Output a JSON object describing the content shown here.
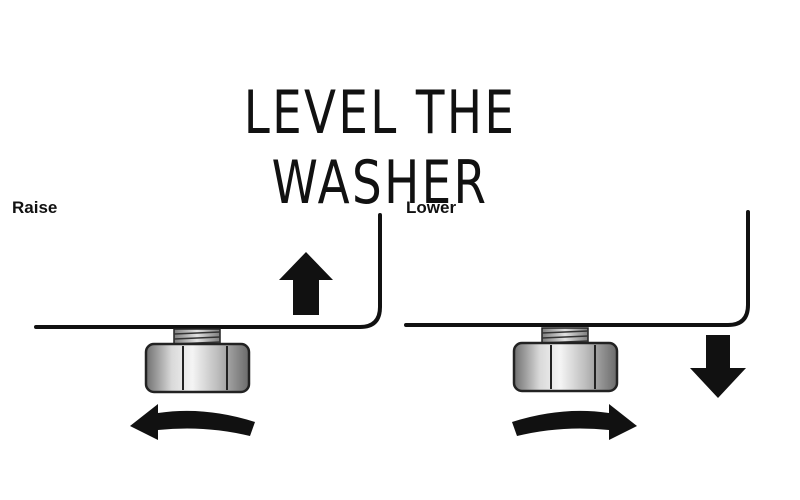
{
  "title": "LEVEL THE WASHER",
  "panels": [
    {
      "label": "Raise",
      "direction": "up"
    },
    {
      "label": "Lower",
      "direction": "down"
    }
  ],
  "colors": {
    "ink": "#111111",
    "nut_light": "#e6e6e6",
    "nut_dark": "#7a7a7a",
    "background": "#ffffff"
  }
}
